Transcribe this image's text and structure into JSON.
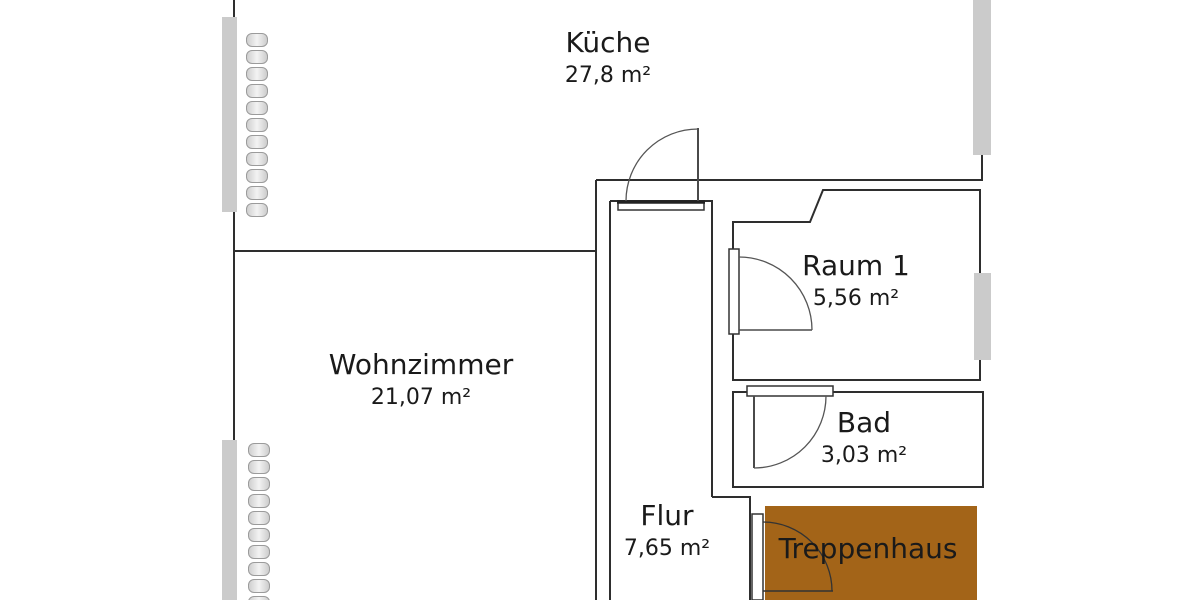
{
  "plan": {
    "rooms": [
      {
        "name": "Küche",
        "area": "27,8 m²"
      },
      {
        "name": "Wohnzimmer",
        "area": "21,07 m²"
      },
      {
        "name": "Raum 1",
        "area": "5,56 m²"
      },
      {
        "name": "Bad",
        "area": "3,03 m²"
      },
      {
        "name": "Flur",
        "area": "7,65 m²"
      },
      {
        "name": "Treppenhaus",
        "area": ""
      }
    ]
  },
  "colors": {
    "wall": "#2e2e2e",
    "door": "#4a4a4a",
    "window_fill": "#cbcbcb",
    "stairwell_fill": "#a36418",
    "text": "#1a1a1a"
  }
}
